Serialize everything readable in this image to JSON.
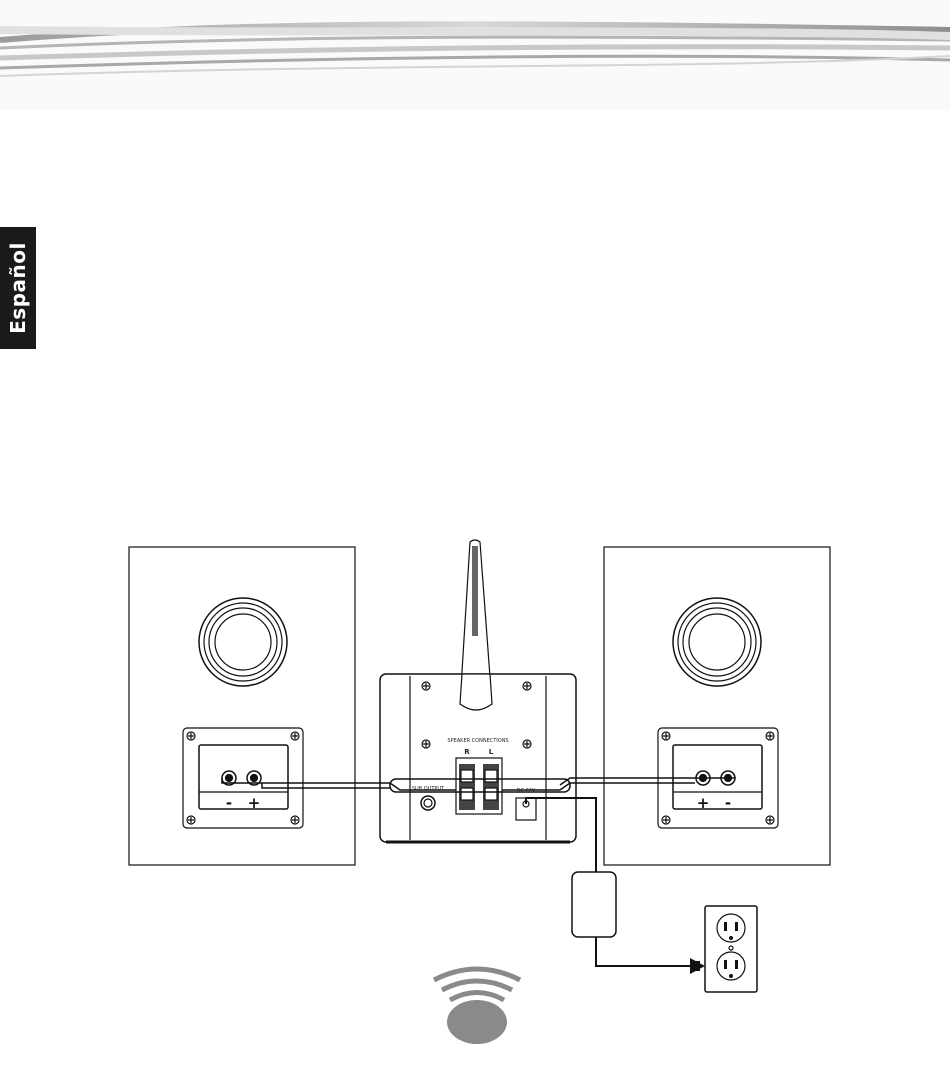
{
  "side_tab": {
    "label": "Español"
  },
  "diagram": {
    "sub_output_label": "SUB OUTPUT",
    "speaker_connections_label": "SPEAKER CONNECTIONS",
    "channel_r": "R",
    "channel_l": "L",
    "dc_label": "DC 22V",
    "left_speaker": {
      "polarity_neg": "-",
      "polarity_pos": "+"
    },
    "right_speaker": {
      "polarity_pos": "+",
      "polarity_neg": "-"
    }
  },
  "colors": {
    "tab_bg": "#1a1a1a",
    "wireless_icon": "#8a8a8a"
  },
  "icons": [
    "wireless-signal-icon",
    "wall-outlet-icon",
    "power-adapter-icon"
  ]
}
